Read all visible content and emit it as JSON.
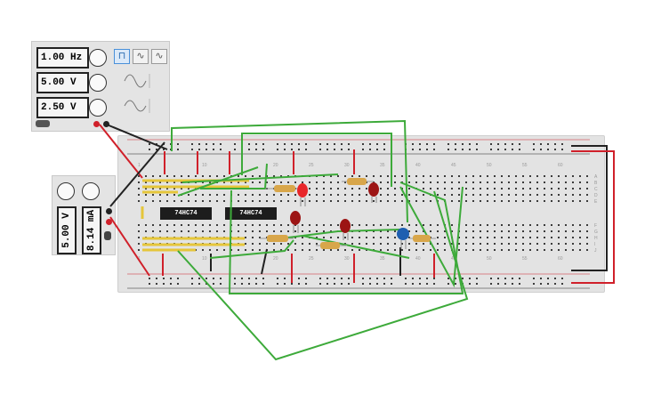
{
  "function_generator": {
    "frequency": "1.00 Hz",
    "amplitude": "5.00 V",
    "dc_offset": "2.50 V",
    "waveforms": [
      "square-wave-icon",
      "triangle-wave-icon",
      "sine-wave-icon"
    ],
    "selected_waveform": "square"
  },
  "power_supply": {
    "voltage": "5.00 V",
    "current": "8.14 mA"
  },
  "breadboard": {
    "chips": [
      "74HC74",
      "74HC74"
    ],
    "column_labels": [
      "1",
      "10",
      "20",
      "25",
      "30",
      "35",
      "40",
      "45",
      "50",
      "55",
      "60"
    ],
    "row_labels_top": [
      "A",
      "B",
      "C",
      "D",
      "E"
    ],
    "row_labels_bottom": [
      "F",
      "G",
      "H",
      "I",
      "J"
    ]
  },
  "colors": {
    "wire_green": "#3daa3a",
    "wire_red": "#dd1f1f",
    "wire_black": "#222222",
    "wire_yellow": "#e5c63a",
    "led_red": "#c81a1a",
    "capacitor": "#1f5fb0"
  }
}
